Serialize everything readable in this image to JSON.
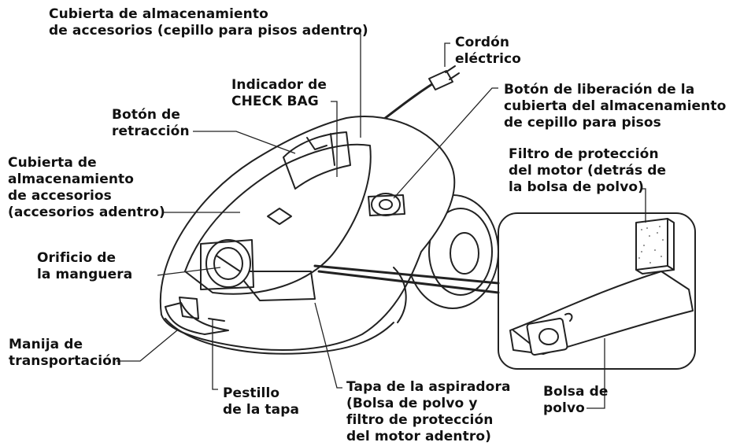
{
  "labels": {
    "cubierta_cepillo": [
      "Cubierta de almacenamiento",
      "de accesorios (cepillo para pisos adentro)"
    ],
    "cordon": [
      "Cordón",
      "eléctrico"
    ],
    "indicador": [
      "Indicador de",
      "CHECK BAG"
    ],
    "liberacion": [
      "Botón de liberación de la",
      "cubierta del almacenamiento",
      "de cepillo para pisos"
    ],
    "retraccion": [
      "Botón de",
      "retracción"
    ],
    "filtro": [
      "Filtro de protección",
      "del motor (detrás de",
      "la bolsa de polvo)"
    ],
    "cubierta_accesorios": [
      "Cubierta de",
      "almacenamiento",
      "de accesorios",
      "(accesorios adentro)"
    ],
    "orificio": [
      "Orificio de",
      "la manguera"
    ],
    "manija": [
      "Manija de",
      "transportación"
    ],
    "pestillo": [
      "Pestillo",
      "de la tapa"
    ],
    "tapa": [
      "Tapa de la aspiradora",
      "(Bolsa de polvo y",
      "filtro de protección",
      "del motor adentro)"
    ],
    "bolsa": [
      "Bolsa de",
      "polvo"
    ]
  },
  "colors": {
    "ink": "#111111",
    "line": "#222222",
    "fill": "#ffffff"
  }
}
